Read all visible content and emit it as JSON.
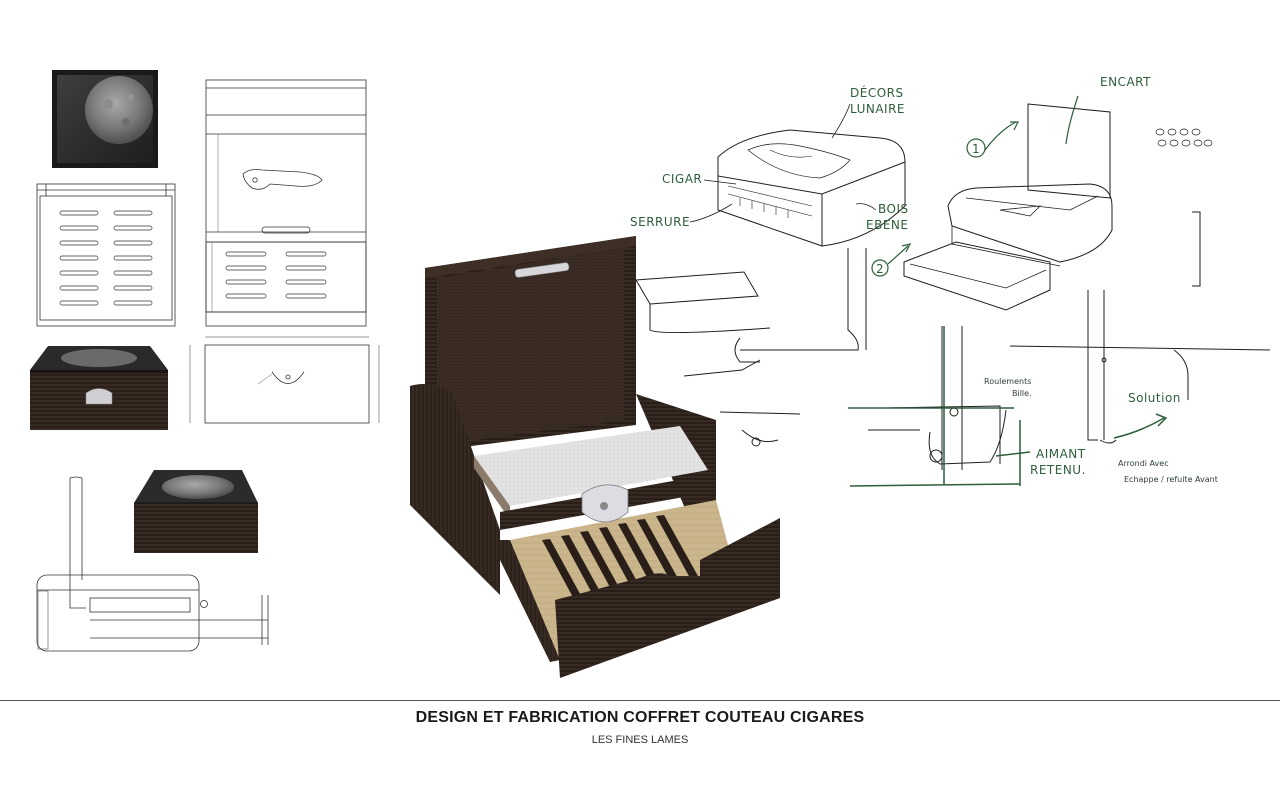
{
  "caption": {
    "title": "DESIGN ET FABRICATION COFFRET COUTEAU CIGARES",
    "subtitle": "LES FINES LAMES"
  },
  "annotations": {
    "decors": "DÉCORS",
    "lunaire": "LUNAIRE",
    "cigar": "CIGAR",
    "serrure": "SERRURE",
    "bois": "BOIS",
    "ebene": "EBENE",
    "encart": "ENCART",
    "step1": "1",
    "step2": "2",
    "roulements": "Roulements",
    "bille": "Bille.",
    "aimant": "AIMANT",
    "retenu": "RETENU.",
    "solution": "Solution",
    "arrondi": "Arrondi Avec",
    "echappe": "Echappe / refuite Avant"
  },
  "colors": {
    "ink_green": "#2e5e3a",
    "ebony": "#2b1f1a",
    "ebony_light": "#5a4436",
    "bamboo": "#c9b690",
    "lunar_grey": "#7d7d7d"
  }
}
